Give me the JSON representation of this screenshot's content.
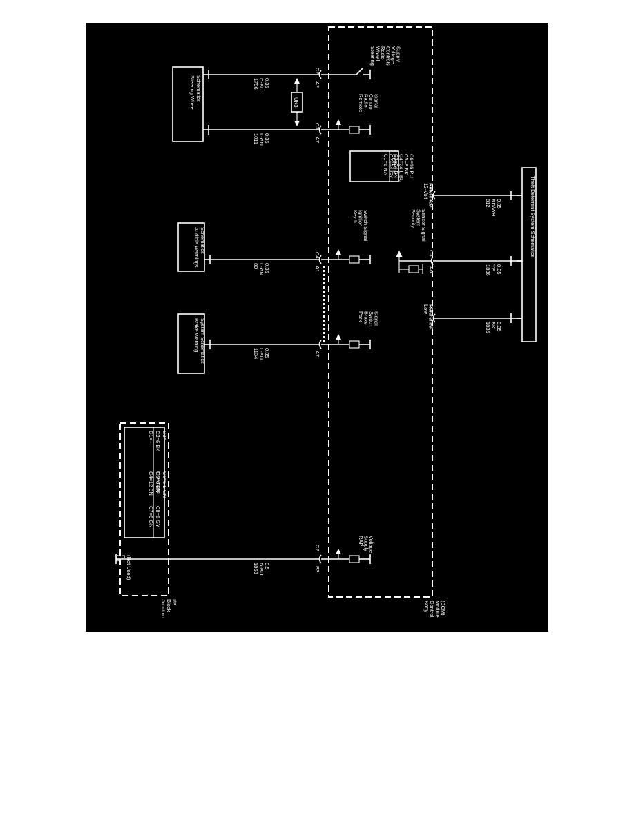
{
  "bcm": {
    "name_lines": [
      "Body",
      "Control",
      "Module",
      "(BCM)"
    ]
  },
  "junction_block": {
    "name_lines": [
      "Junction",
      "Block -",
      "I/P"
    ],
    "connector": "C8",
    "pin": "D",
    "note": "(Not Used)"
  },
  "conn_id_bcm": {
    "title": "CONN ID",
    "lines": [
      "C1=6 NA",
      "C2=24 GY",
      "C3=24 BN",
      "C4=24 L-BU",
      "C5=8 BK",
      "C6=16 PU"
    ]
  },
  "conn_id_jb": {
    "title": "CONN ID",
    "columns": [
      [
        "C1=---",
        "C2=6 BK",
        "C3=---"
      ],
      [
        "C4=12 BN",
        "C5=6 BN",
        "C6=6 L-GN"
      ],
      [
        "C7=6 GN",
        "C8=6 GY",
        ""
      ]
    ]
  },
  "schematic_boxes": {
    "steering_wheel": [
      "Steering Wheel",
      "Schematics"
    ],
    "audible_warnings": [
      "Audible Warnings",
      "Schematics"
    ],
    "brake_warning": [
      "Brake Warning",
      "System Schematics"
    ],
    "theft_deterrent": "Theft Deterrent System Schematics"
  },
  "splice_label": "UK3",
  "circuits": [
    {
      "id": "steering_supply",
      "label": [
        "Steering",
        "Wheel",
        "Radio",
        "Controls",
        "Voltage",
        "Supply"
      ],
      "connector": "C2",
      "pin": "A2",
      "wire": [
        "1796",
        "D-BU",
        "0.35"
      ]
    },
    {
      "id": "remote_radio",
      "label": [
        "Remote",
        "Radio",
        "Control",
        "Signal"
      ],
      "connector": "C3",
      "pin": "A7",
      "wire": [
        "1011",
        "L-GN",
        "0.35"
      ]
    },
    {
      "id": "ref_12v",
      "label": [
        "12-Volt",
        "Reference"
      ],
      "connector": "C2",
      "pin": "A11",
      "wire": [
        "812",
        "RD/WH",
        "0.35"
      ]
    },
    {
      "id": "key_in",
      "label": [
        "Key In",
        "Ignition",
        "Switch Signal"
      ],
      "connector": "C4",
      "pin": "A1",
      "wire": [
        "80",
        "L-GN",
        "0.35"
      ]
    },
    {
      "id": "security_sensor",
      "label": [
        "Security",
        "System",
        "Sensor Signal"
      ],
      "connector": "C3",
      "pin": "A6",
      "wire": [
        "1836",
        "YE",
        "0.35"
      ]
    },
    {
      "id": "low_ref",
      "label": [
        "Low",
        "Reference"
      ],
      "connector": "C2",
      "pin": "B7",
      "wire": [
        "1835",
        "BK",
        "0.35"
      ]
    },
    {
      "id": "park_brake",
      "label": [
        "Park",
        "Brake",
        "Switch",
        "Signal"
      ],
      "connector": "",
      "pin": "A7",
      "wire": [
        "1134",
        "L-BU",
        "0.35"
      ]
    },
    {
      "id": "rap_supply",
      "label": [
        "RAP",
        "Supply",
        "Voltage"
      ],
      "connector": "C2",
      "pin": "B3",
      "wire": [
        "1863",
        "D-BU",
        "0.5"
      ]
    }
  ],
  "colors": {
    "background": "#000000",
    "lines": "#ffffff",
    "page": "#ffffff"
  }
}
